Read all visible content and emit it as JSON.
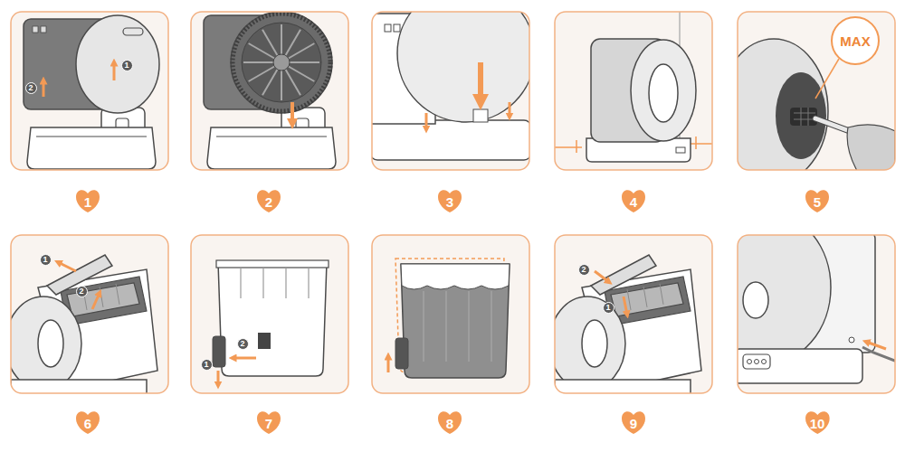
{
  "diagram": {
    "nodes": [
      {
        "text": [
          "1"
        ]
      },
      {
        "text": [
          "2"
        ]
      },
      {
        "text": [
          "MAX"
        ]
      },
      {
        "text": [
          "1"
        ]
      },
      {
        "text": [
          "2"
        ]
      },
      {
        "text": [
          "3"
        ]
      },
      {
        "text": [
          "4"
        ]
      },
      {
        "text": [
          "5"
        ]
      },
      {
        "text": [
          "1"
        ]
      },
      {
        "text": [
          "2"
        ]
      },
      {
        "text": [
          "2"
        ]
      },
      {
        "text": [
          "1"
        ]
      },
      {
        "text": [
          "2"
        ]
      },
      {
        "text": [
          "1"
        ]
      },
      {
        "text": [
          "6"
        ]
      },
      {
        "text": [
          "7"
        ]
      },
      {
        "text": [
          "8"
        ]
      },
      {
        "text": [
          "9"
        ]
      },
      {
        "text": [
          "10"
        ]
      }
    ]
  }
}
